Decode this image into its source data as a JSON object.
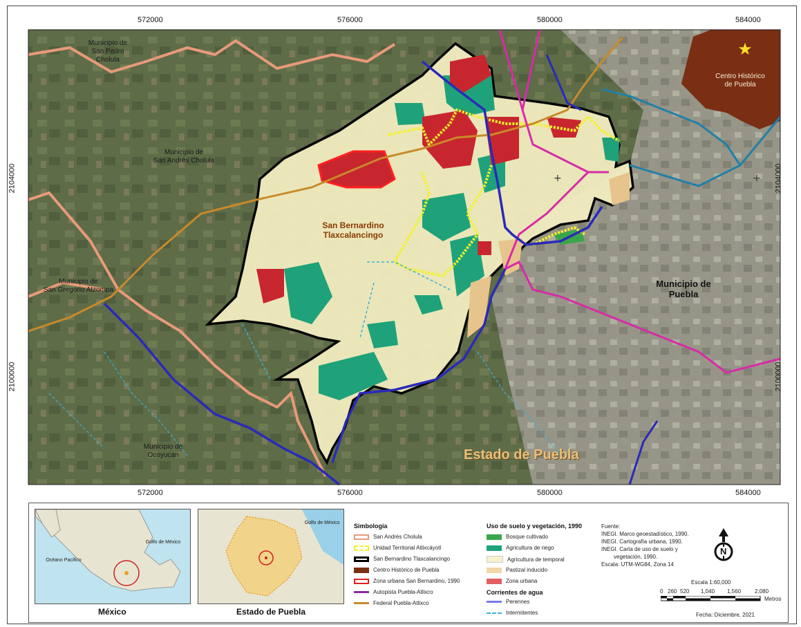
{
  "map": {
    "grid_x": [
      "572000",
      "576000",
      "580000",
      "584000"
    ],
    "grid_y": [
      "2104000",
      "2100000"
    ],
    "labels": {
      "san_pedro": "Municipio de\nSan Pedro\nCholula",
      "san_andres": "Municipio de\nSan Andrés Cholula",
      "san_gregorio": "Municipio de\nSan Gregorio Atzompa",
      "ocoyucan": "Municipio de\nOcoyucan",
      "town": "San Bernardino\nTlaxcalancingo",
      "puebla_mun": "Municipio de\nPuebla",
      "estado": "Estado de Puebla",
      "centro": "Centro Histórico\nde Puebla"
    },
    "colors": {
      "satellite": "#5b6b4a",
      "agricultura_temporal": "#f2edc0",
      "agricultura_riego": "#1fa27a",
      "zona_urbana": "#c8262e",
      "pastizal": "#e6c48c",
      "bosque": "#3aa64a",
      "centro_historico": "#7a2e14",
      "andres_cholula": "#e89a7a",
      "atlixcayotl": "#f2f22a",
      "autopista": "#d82aa8",
      "federal": "#c98a2a",
      "perennes": "#2a2ab8",
      "intermitentes": "#3ab0d8"
    }
  },
  "legend": {
    "inset_mexico": {
      "title": "México",
      "labels": [
        "Golfo de México",
        "Océano Pacífico"
      ]
    },
    "inset_puebla": {
      "title": "Estado de Puebla",
      "labels": [
        "Golfo de México"
      ]
    },
    "simbologia": {
      "title": "Simbología",
      "items": [
        {
          "label": "San Andrés Cholula",
          "color": "#e89a7a"
        },
        {
          "label": "Unidad Territorial Atlixcáyotl",
          "color": "#f2f22a"
        },
        {
          "label": "San Bernardino Tlaxcalancingo",
          "color": "#000000"
        },
        {
          "label": "Centro Histórico de Puebla",
          "color": "#7a2e14"
        },
        {
          "label": "Zona urbana San Bernardino, 1990",
          "color": "#c8262e"
        },
        {
          "label": "Autopista Puebla-Atlixco",
          "color": "#8a2a9a"
        },
        {
          "label": "Federal Puebla-Atlixco",
          "color": "#c98a2a"
        }
      ]
    },
    "uso_suelo": {
      "title": "Uso de suelo y vegetación, 1990",
      "items": [
        {
          "label": "Bosque cultivado",
          "color": "#3aa64a"
        },
        {
          "label": "Agricultura de riego",
          "color": "#1fa27a"
        },
        {
          "label": "Agricultura de temporal",
          "color": "#f6f2cc"
        },
        {
          "label": "Pastizal inducido",
          "color": "#f0d8a8"
        },
        {
          "label": "Zona urbana",
          "color": "#e06060"
        }
      ]
    },
    "corrientes": {
      "title": "Corrientes de agua",
      "items": [
        {
          "label": "Perennes",
          "color": "#7a7ae8"
        },
        {
          "label": "Intermitentes",
          "color": "#3ab0d8"
        }
      ]
    },
    "fuente": {
      "lines": [
        "Fuente:",
        "INEGI. Marco geoestadístico, 1990.",
        "INEGI. Cartografía urbana, 1990.",
        "INEGI. Carta de uso de suelo y",
        "vegetación, 1990.",
        "Escala: UTM-WG84, Zona 14"
      ]
    },
    "north": "N",
    "scale": {
      "title": "Escala  1:60,000",
      "ticks": [
        "0",
        "260",
        "520",
        "1,040",
        "1,560",
        "2,080"
      ],
      "unit": "Metros"
    },
    "fecha": "Fecha: Diciembre, 2021"
  }
}
